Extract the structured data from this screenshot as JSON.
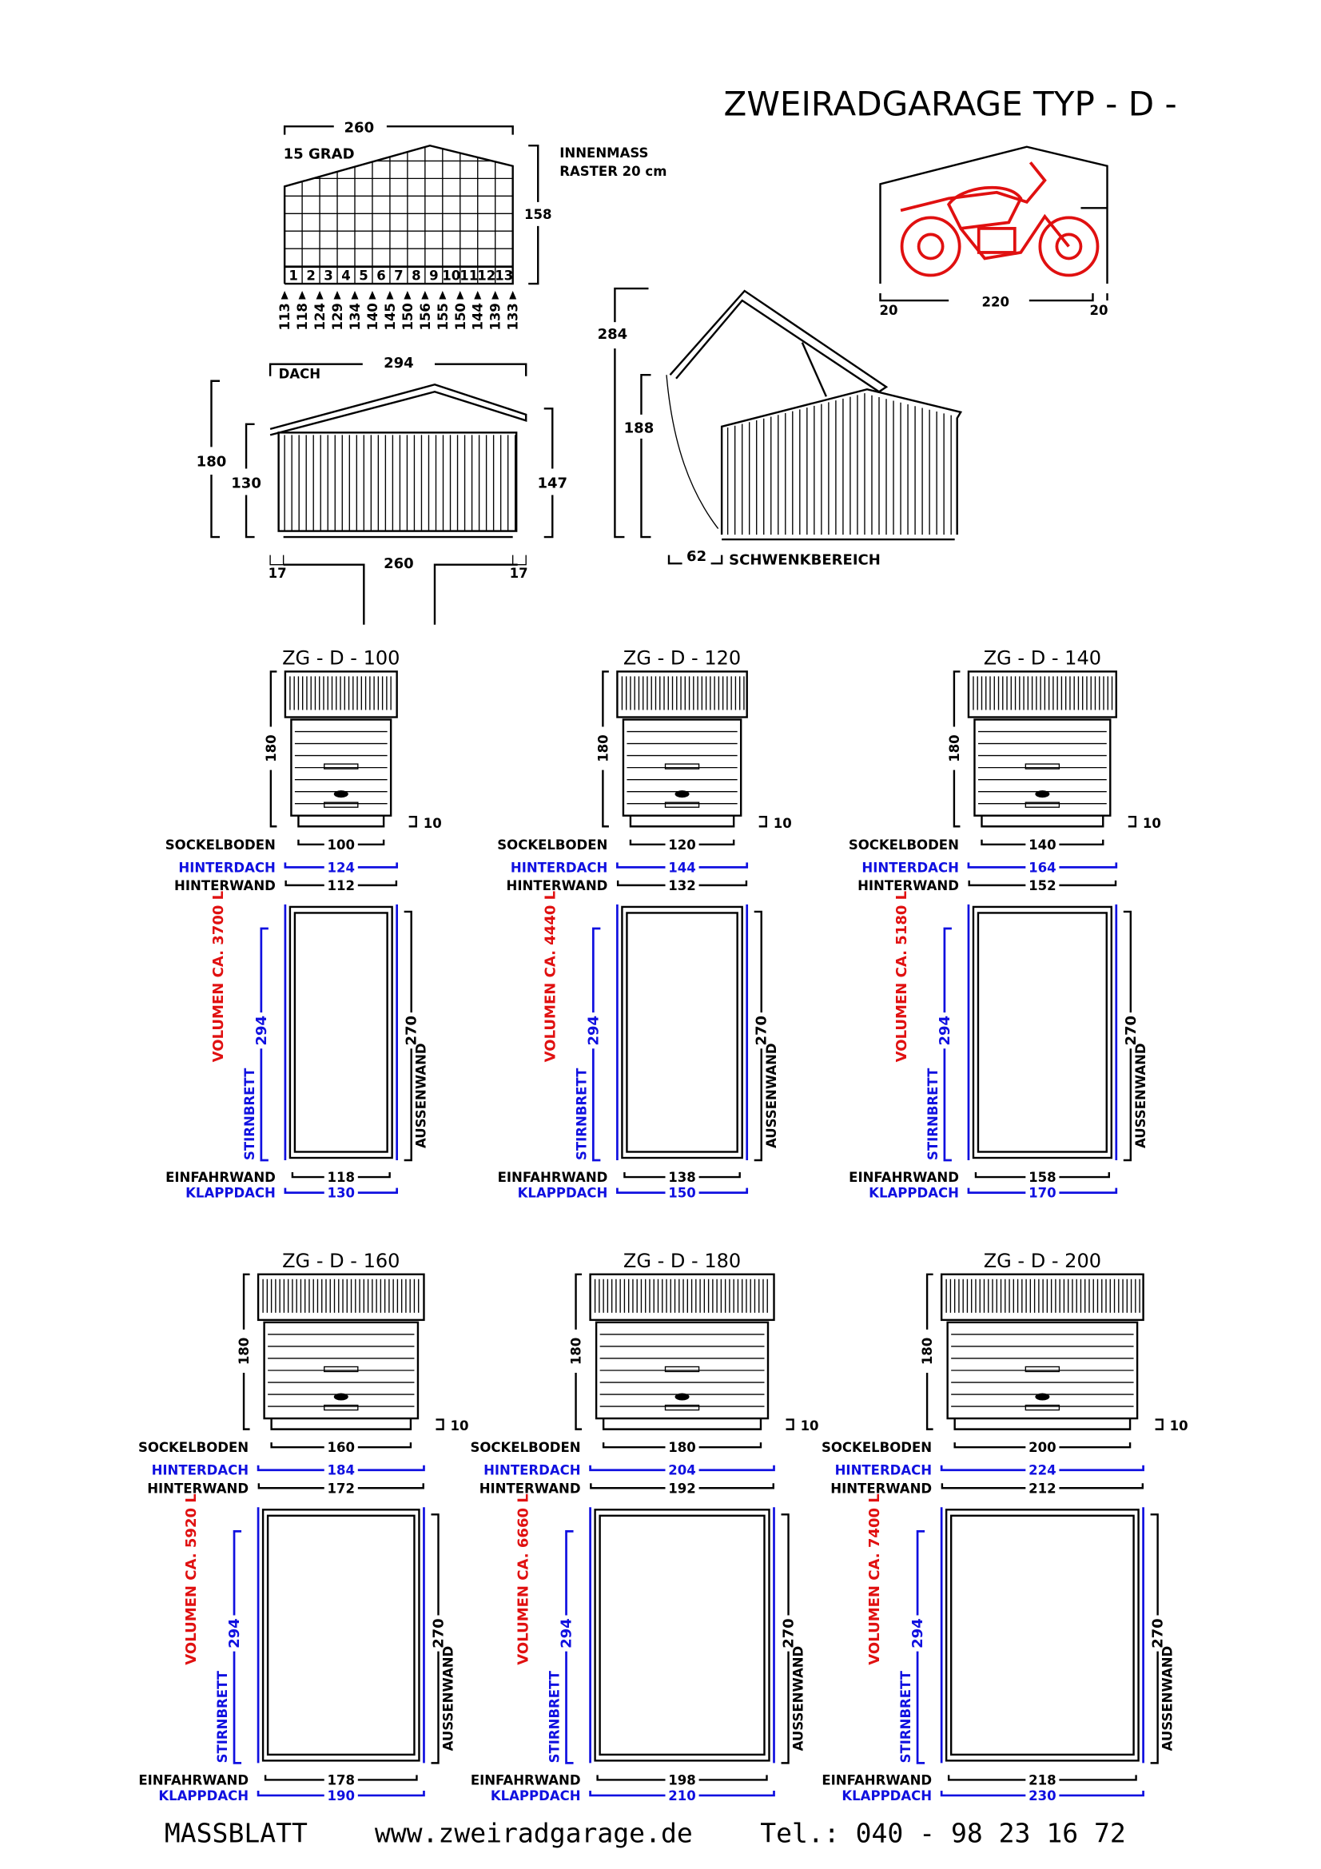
{
  "title": "ZWEIRADGARAGE  TYP - D -",
  "grid_view": {
    "width": "260",
    "angle": "15  GRAD",
    "note_line1": "INNENMASS",
    "note_line2": "RASTER  20  cm",
    "height": "158",
    "columns": [
      "1",
      "2",
      "3",
      "4",
      "5",
      "6",
      "7",
      "8",
      "9",
      "10",
      "11",
      "12",
      "13"
    ],
    "heights": [
      "113",
      "118",
      "124",
      "129",
      "134",
      "140",
      "145",
      "150",
      "156",
      "155",
      "150",
      "144",
      "139",
      "133"
    ]
  },
  "side_view": {
    "roof_label": "DACH",
    "roof_length": "294",
    "total_height": "180",
    "eave_height": "130",
    "rear_height": "147",
    "base_length": "260",
    "overhang_left": "17",
    "overhang_right": "17"
  },
  "open_view": {
    "open_height": "284",
    "wall_height": "188",
    "swing_width": "62",
    "swing_label": "SCHWENKBEREICH"
  },
  "motorcycle_view": {
    "inner_width": "220",
    "margin_left": "20",
    "margin_right": "20"
  },
  "labels": {
    "height": "180",
    "plinth": "10",
    "sockelboden": "SOCKELBODEN",
    "hinterdach": "HINTERDACH",
    "hinterwand": "HINTERWAND",
    "length_roof": "294",
    "length_wall": "270",
    "stirnbrett": "STIRNBRETT",
    "aussenwand": "AUSSENWAND",
    "einfahrwand": "EINFAHRWAND",
    "klappdach": "KLAPPDACH"
  },
  "models": [
    {
      "name": "ZG  - D - 100",
      "sockel": "100",
      "hinterdach": "124",
      "hinterwand": "112",
      "volume": "VOLUMEN  CA.  3700  L",
      "einfahrwand": "118",
      "klappdach": "130"
    },
    {
      "name": "ZG  - D - 120",
      "sockel": "120",
      "hinterdach": "144",
      "hinterwand": "132",
      "volume": "VOLUMEN  CA.  4440  L",
      "einfahrwand": "138",
      "klappdach": "150"
    },
    {
      "name": "ZG  - D - 140",
      "sockel": "140",
      "hinterdach": "164",
      "hinterwand": "152",
      "volume": "VOLUMEN  CA.  5180  L",
      "einfahrwand": "158",
      "klappdach": "170"
    },
    {
      "name": "ZG  - D - 160",
      "sockel": "160",
      "hinterdach": "184",
      "hinterwand": "172",
      "volume": "VOLUMEN  CA.  5920  L",
      "einfahrwand": "178",
      "klappdach": "190"
    },
    {
      "name": "ZG  - D - 180",
      "sockel": "180",
      "hinterdach": "204",
      "hinterwand": "192",
      "volume": "VOLUMEN  CA.  6660  L",
      "einfahrwand": "198",
      "klappdach": "210"
    },
    {
      "name": "ZG  - D - 200",
      "sockel": "200",
      "hinterdach": "224",
      "hinterwand": "212",
      "volume": "VOLUMEN  CA.  7400  L",
      "einfahrwand": "218",
      "klappdach": "230"
    }
  ],
  "footer": {
    "label": "MASSBLATT",
    "website": "www.zweiradgarage.de",
    "phone": "Tel.: 040  -  98  23  16  72"
  },
  "colors": {
    "blue": "#1010e0",
    "red": "#e01010"
  }
}
